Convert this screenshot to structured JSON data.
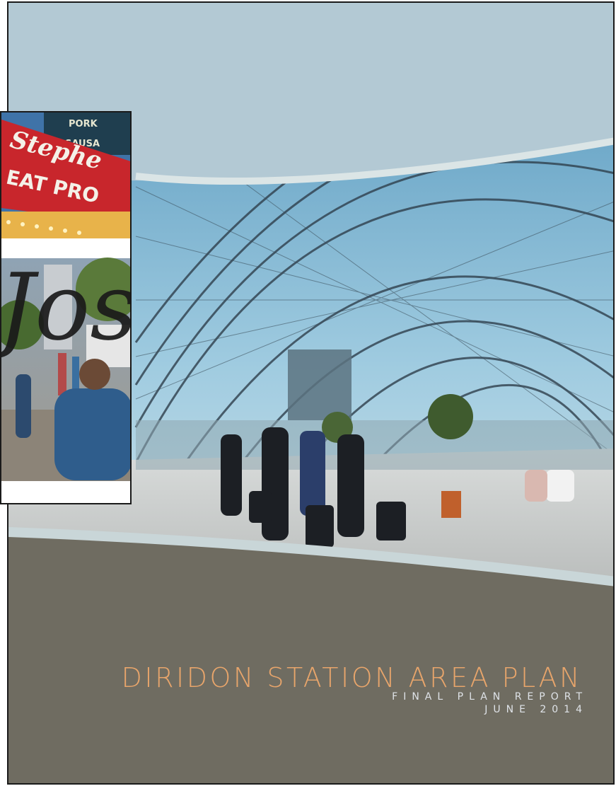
{
  "cover": {
    "title": "DIRIDON STATION AREA PLAN",
    "subtitle": "FINAL PLAN REPORT",
    "date": "JUNE 2014",
    "colors": {
      "sky_band": "#b3c9d4",
      "footer_band": "#6f6c61",
      "title": "#e8a56b",
      "subtitle": "#dfe3e8"
    }
  },
  "inset": {
    "sign_lines": [
      "Stephe",
      "EAT PRO"
    ],
    "neon_sign": [
      "PORK",
      "SAUSA"
    ],
    "script_word": "José"
  }
}
